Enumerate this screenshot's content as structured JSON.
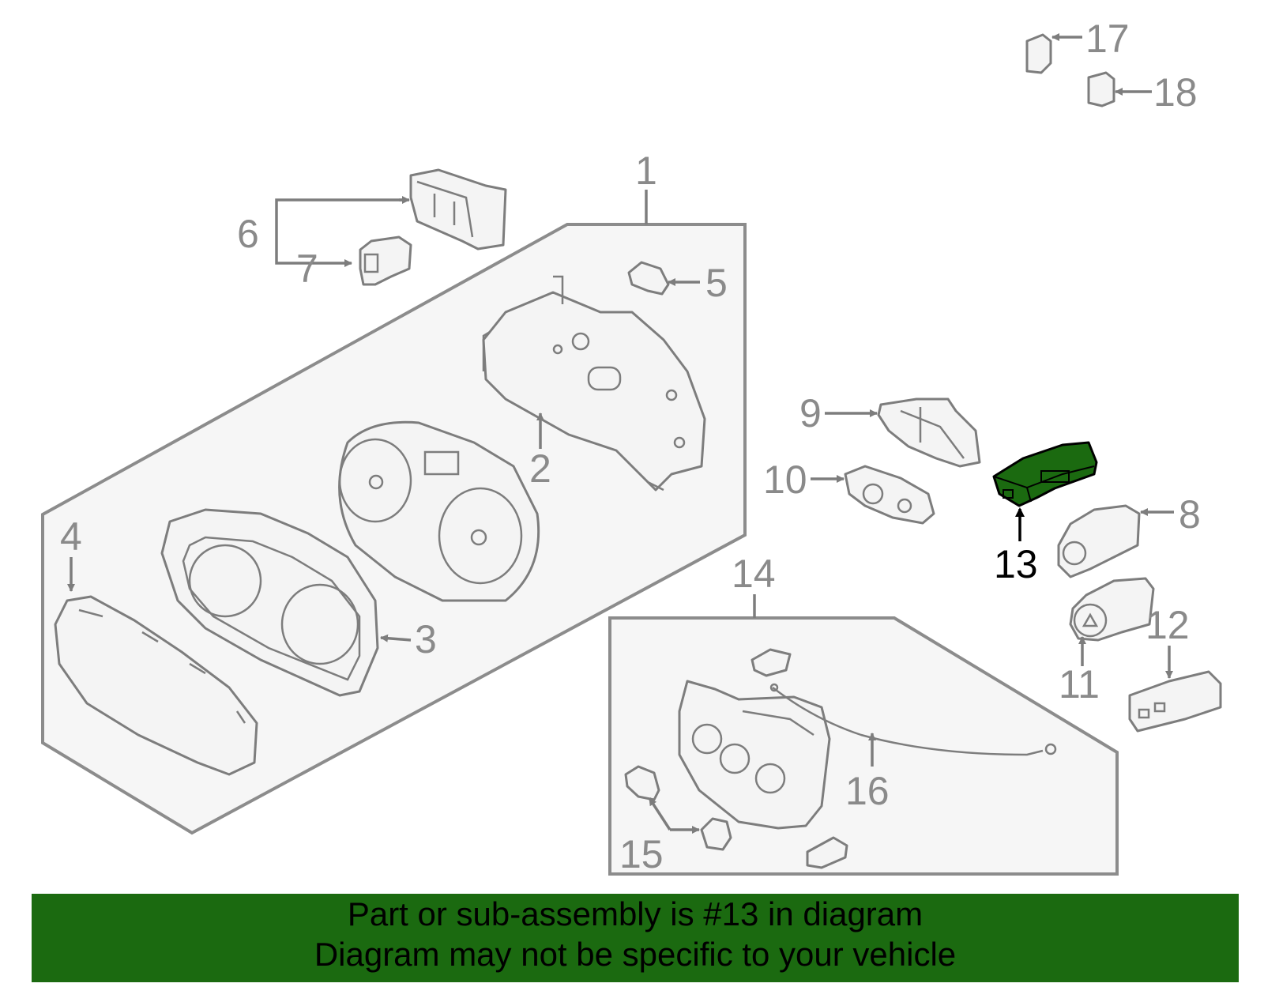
{
  "diagram": {
    "highlighted_part": "13",
    "highlight_color": "#1b6a10",
    "callouts": [
      "1",
      "2",
      "3",
      "4",
      "5",
      "6",
      "7",
      "8",
      "9",
      "10",
      "11",
      "12",
      "13",
      "14",
      "15",
      "16",
      "17",
      "18"
    ]
  },
  "banner": {
    "line1": "Part or sub-assembly is #13 in diagram",
    "line2": "Diagram may not be specific to your vehicle",
    "background": "#1b6a10"
  }
}
